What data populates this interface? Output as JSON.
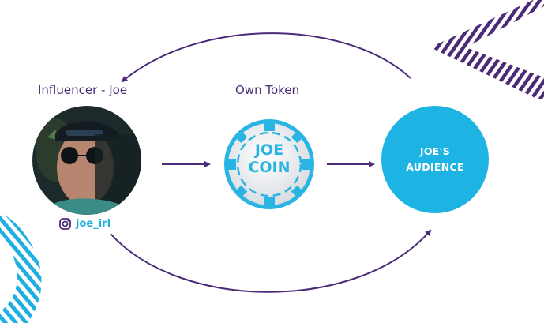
{
  "nodes": {
    "influencer": {
      "label": "Influencer - Joe",
      "handle_icon": "instagram-icon",
      "handle": "joe_irl"
    },
    "token": {
      "label": "Own Token",
      "coin_line1": "JOE",
      "coin_line2": "COIN"
    },
    "audience": {
      "line1": "JOE'S",
      "line2": "AUDIENCE"
    }
  },
  "edges": [
    {
      "from": "influencer",
      "to": "token",
      "style": "straight-arrow"
    },
    {
      "from": "token",
      "to": "audience",
      "style": "straight-arrow"
    },
    {
      "from": "audience",
      "to": "influencer",
      "style": "curved-arrow-top"
    },
    {
      "from": "influencer",
      "to": "audience",
      "style": "curved-arrow-bottom"
    }
  ],
  "colors": {
    "purple": "#4b2a78",
    "cyan": "#1fb0e0",
    "audience_fill": "#1db4e3",
    "coin_face": "#eef0f2"
  }
}
